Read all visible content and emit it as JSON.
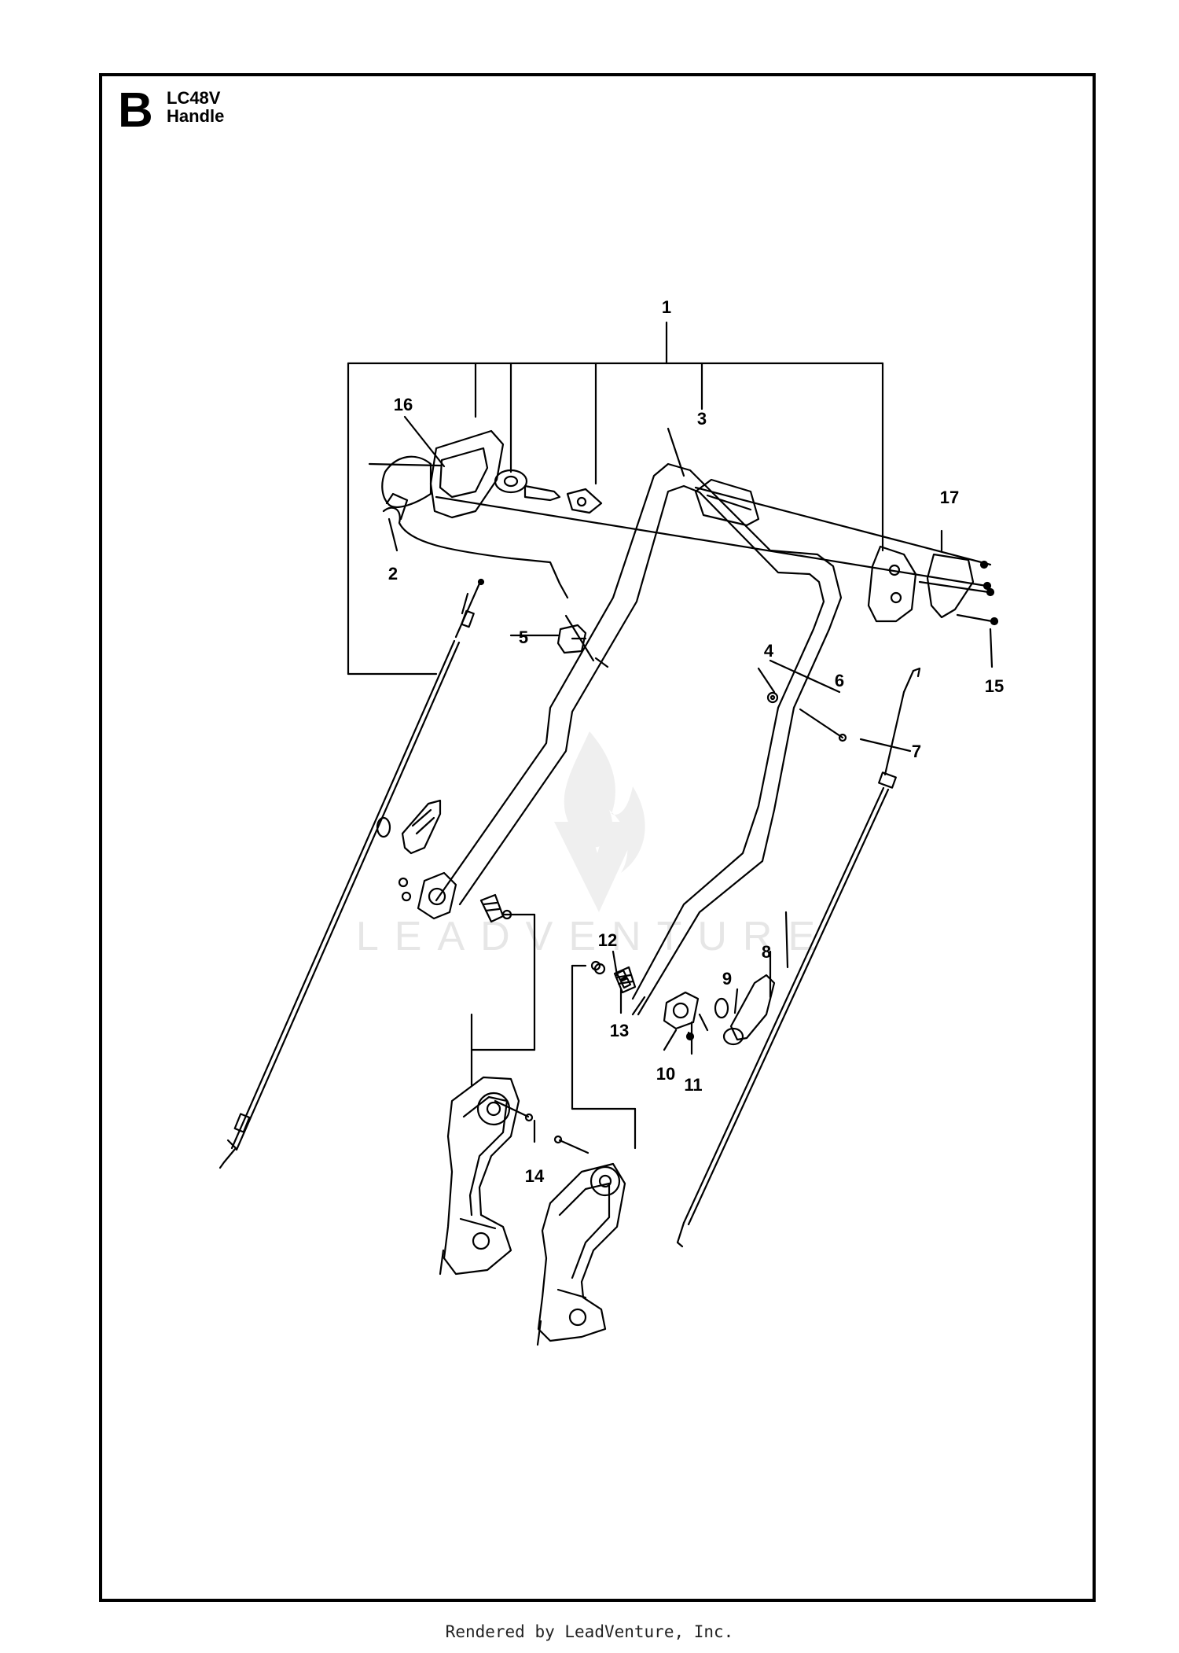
{
  "header": {
    "section_letter": "B",
    "model": "LC48V",
    "title": "Handle"
  },
  "watermark": {
    "text": "LEADVENTURE"
  },
  "callouts": [
    {
      "id": "1",
      "label": "1"
    },
    {
      "id": "2",
      "label": "2"
    },
    {
      "id": "3",
      "label": "3"
    },
    {
      "id": "4",
      "label": "4"
    },
    {
      "id": "5",
      "label": "5"
    },
    {
      "id": "6",
      "label": "6"
    },
    {
      "id": "7",
      "label": "7"
    },
    {
      "id": "8",
      "label": "8"
    },
    {
      "id": "9",
      "label": "9"
    },
    {
      "id": "10",
      "label": "10"
    },
    {
      "id": "11",
      "label": "11"
    },
    {
      "id": "12",
      "label": "12"
    },
    {
      "id": "13",
      "label": "13"
    },
    {
      "id": "14",
      "label": "14"
    },
    {
      "id": "15",
      "label": "15"
    },
    {
      "id": "16",
      "label": "16"
    },
    {
      "id": "17",
      "label": "17"
    }
  ],
  "footer": {
    "text": "Rendered by LeadVenture, Inc."
  },
  "colors": {
    "line": "#000000",
    "watermark": "#e6e6e6"
  }
}
